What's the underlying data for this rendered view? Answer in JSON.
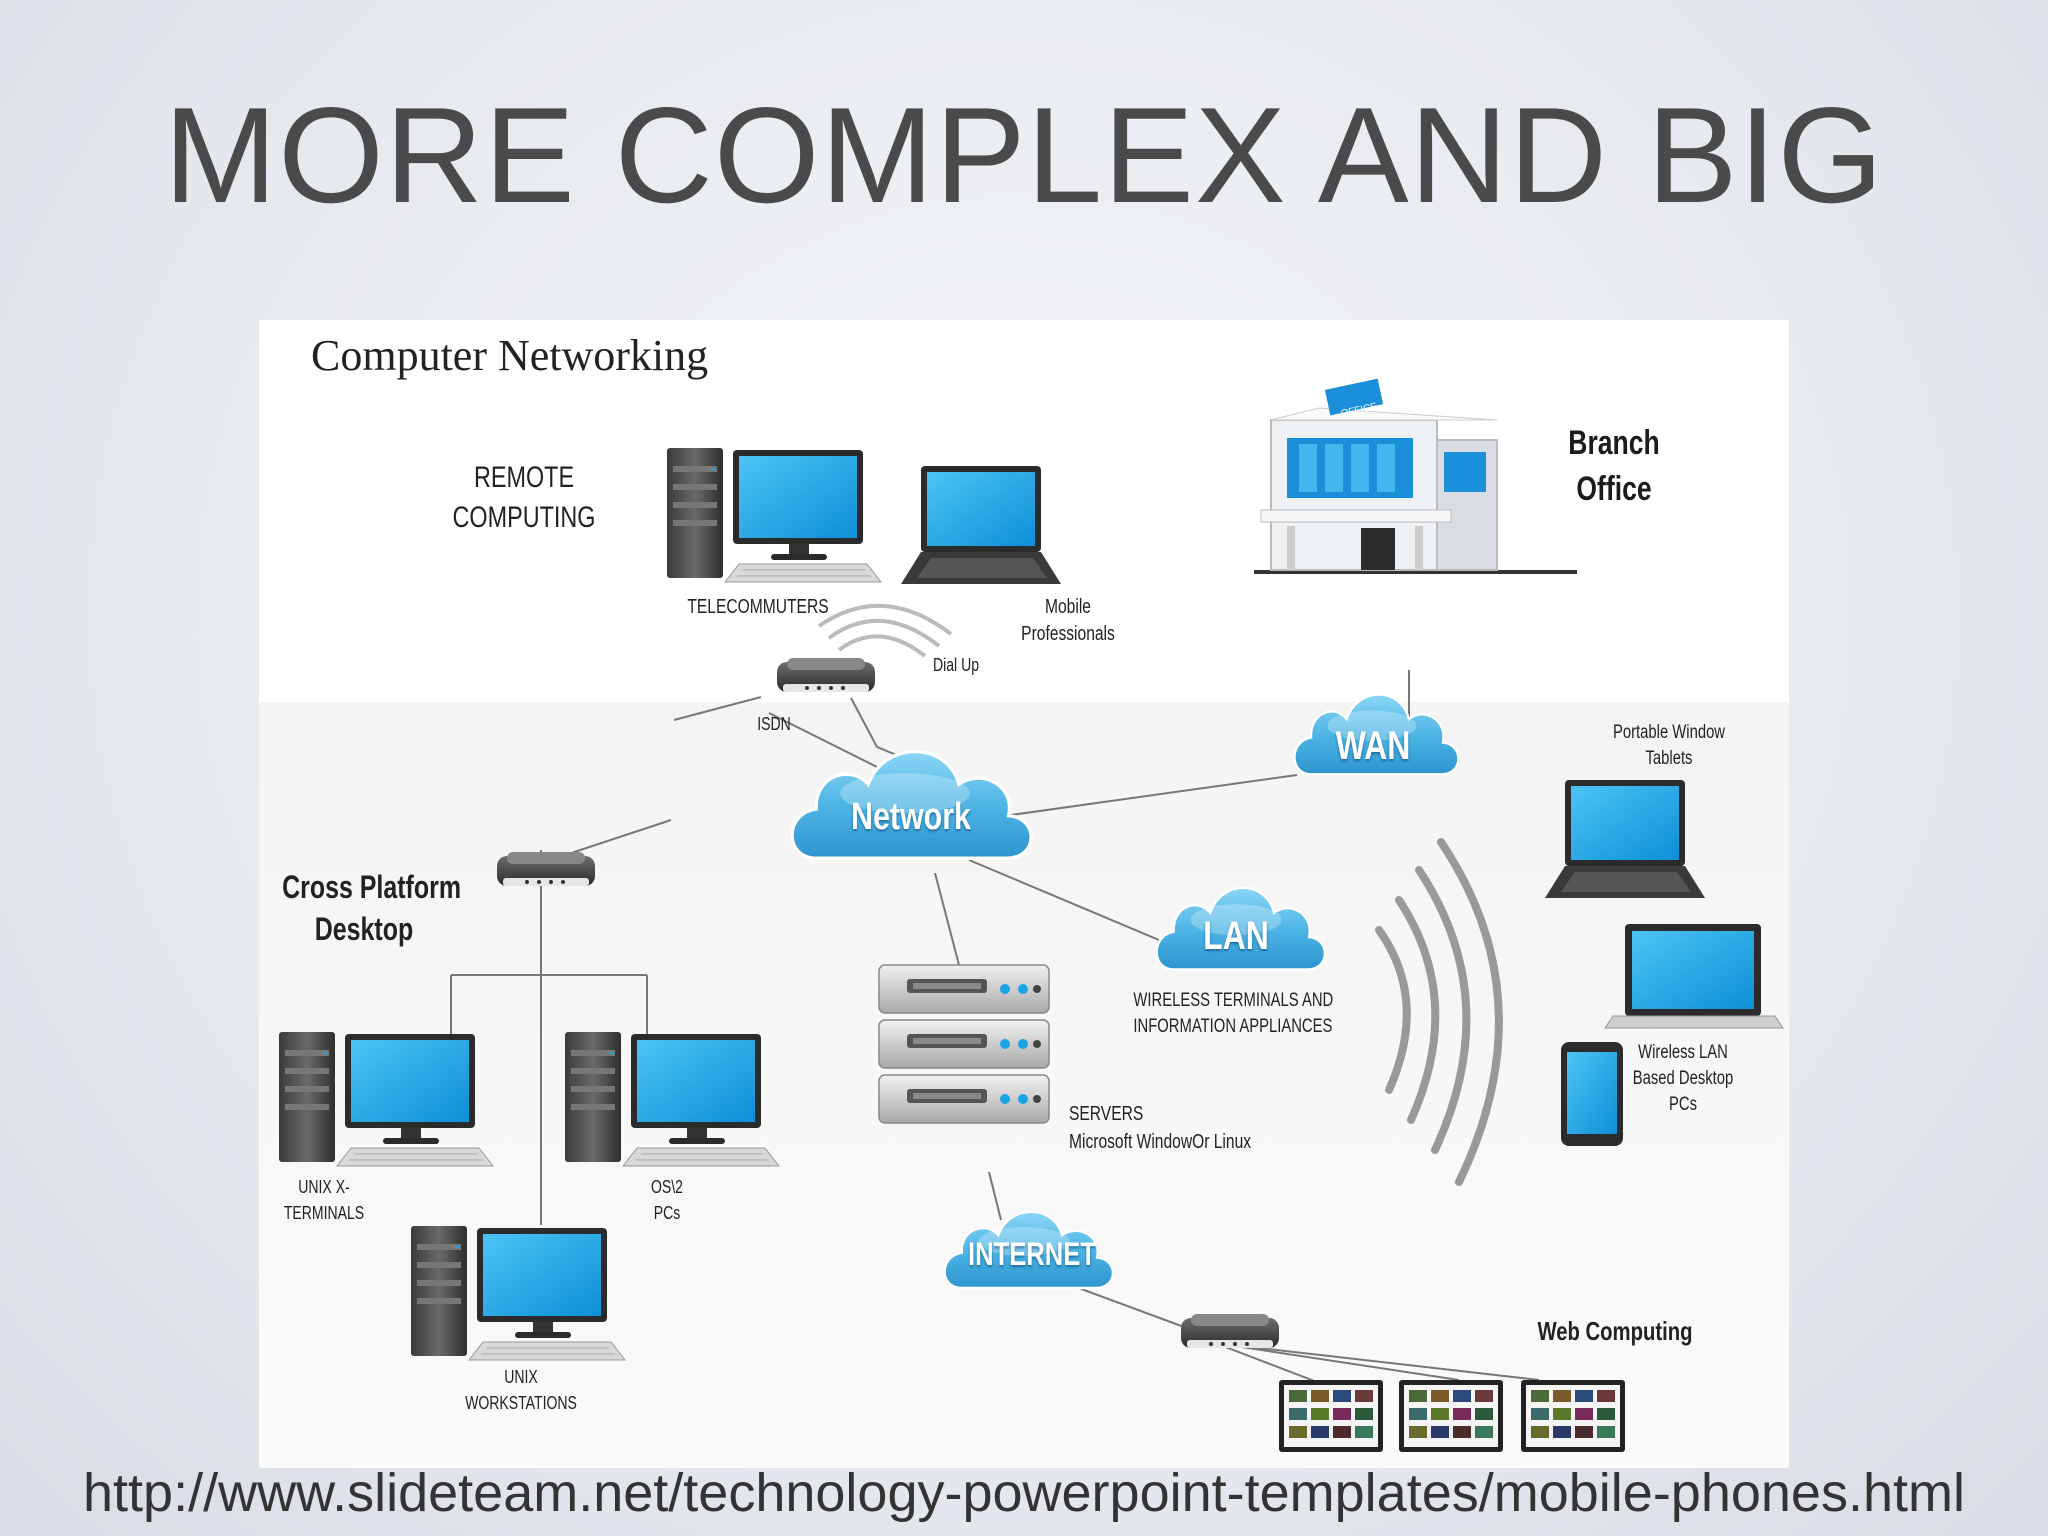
{
  "slide": {
    "title": "MORE COMPLEX AND BIG",
    "source_url": "http://www.slideteam.net/technology-powerpoint-templates/mobile-phones.html"
  },
  "diagram": {
    "title": "Computer Networking",
    "clouds": {
      "network": "Network",
      "wan": "WAN",
      "lan": "LAN",
      "internet": "INTERNET"
    },
    "labels": {
      "remote_computing_1": "REMOTE",
      "remote_computing_2": "COMPUTING",
      "telecommuters": "TELECOMMUTERS",
      "mobile_professionals_1": "Mobile",
      "mobile_professionals_2": "Professionals",
      "dial_up": "Dial Up",
      "isdn": "ISDN",
      "branch_office_1": "Branch",
      "branch_office_2": "Office",
      "office_sign": "OFFICE",
      "portable_tablets_1": "Portable Window",
      "portable_tablets_2": "Tablets",
      "cross_platform_1": "Cross Platform",
      "cross_platform_2": "Desktop",
      "wireless_terminals_1": "WIRELESS TERMINALS AND",
      "wireless_terminals_2": "INFORMATION APPLIANCES",
      "wireless_lan_1": "Wireless LAN",
      "wireless_lan_2": "Based Desktop",
      "wireless_lan_3": "PCs",
      "servers_1": "SERVERS",
      "servers_2": "Microsoft WindowOr Linux",
      "unix_x_1": "UNIX X-",
      "unix_x_2": "TERMINALS",
      "os2_1": "OS\\2",
      "os2_2": "PCs",
      "unix_ws_1": "UNIX",
      "unix_ws_2": "WORKSTATIONS",
      "web_computing": "Web Computing"
    },
    "colors": {
      "screen": "#1aa3e6",
      "cloud": "#5bbde9",
      "tower": "#4a4a4a",
      "line": "#777777"
    }
  }
}
